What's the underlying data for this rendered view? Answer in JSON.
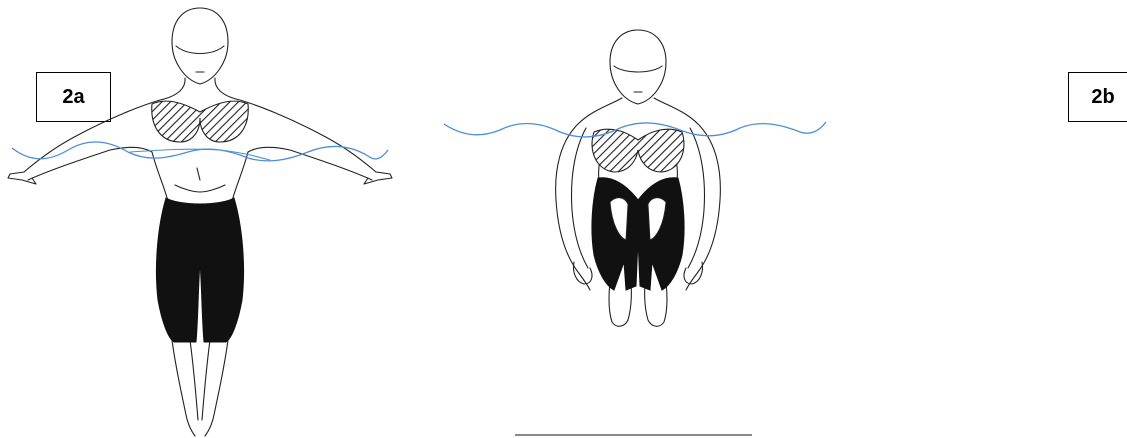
{
  "figure": {
    "label_left": "2a",
    "label_right": "2b"
  },
  "colors": {
    "water": "#4d8fd6",
    "line": "#222222",
    "fill": "#111111"
  },
  "icons": {
    "left_figure": "standing-swimmer-figure",
    "right_figure": "tucked-swimmer-figure"
  }
}
